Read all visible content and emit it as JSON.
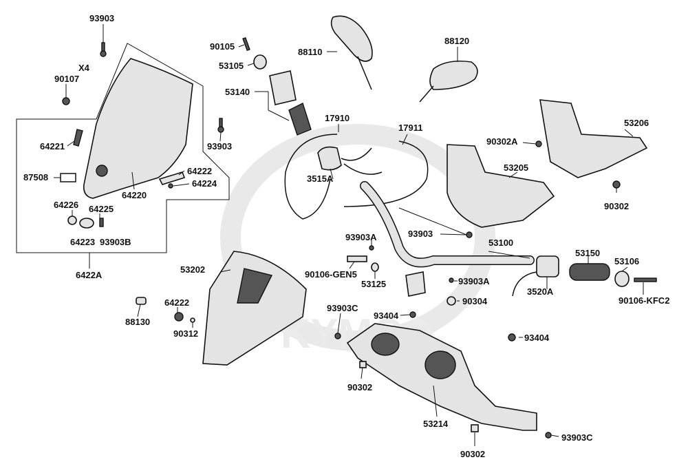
{
  "diagram": {
    "watermark": "KYMCO",
    "labels": [
      {
        "key": "93903-top",
        "text": "93903"
      },
      {
        "key": "x4",
        "text": "X4"
      },
      {
        "key": "90107",
        "text": "90107"
      },
      {
        "key": "64221",
        "text": "64221"
      },
      {
        "key": "87508",
        "text": "87508"
      },
      {
        "key": "64220",
        "text": "64220"
      },
      {
        "key": "64222-a",
        "text": "64222"
      },
      {
        "key": "64224",
        "text": "64224"
      },
      {
        "key": "64226",
        "text": "64226"
      },
      {
        "key": "64225",
        "text": "64225"
      },
      {
        "key": "64223",
        "text": "64223"
      },
      {
        "key": "93903b",
        "text": "93903B"
      },
      {
        "key": "6422a",
        "text": "6422A"
      },
      {
        "key": "93903-mid",
        "text": "93903"
      },
      {
        "key": "90105",
        "text": "90105"
      },
      {
        "key": "53105",
        "text": "53105"
      },
      {
        "key": "53140",
        "text": "53140"
      },
      {
        "key": "88110",
        "text": "88110"
      },
      {
        "key": "88120",
        "text": "88120"
      },
      {
        "key": "17910",
        "text": "17910"
      },
      {
        "key": "17911",
        "text": "17911"
      },
      {
        "key": "3515a",
        "text": "3515A"
      },
      {
        "key": "90302a",
        "text": "90302A"
      },
      {
        "key": "53206",
        "text": "53206"
      },
      {
        "key": "53205",
        "text": "53205"
      },
      {
        "key": "90302-r",
        "text": "90302"
      },
      {
        "key": "93903-bar",
        "text": "93903"
      },
      {
        "key": "93903a-1",
        "text": "93903A"
      },
      {
        "key": "53100",
        "text": "53100"
      },
      {
        "key": "53150",
        "text": "53150"
      },
      {
        "key": "53106",
        "text": "53106"
      },
      {
        "key": "53202",
        "text": "53202"
      },
      {
        "key": "90106-gen5",
        "text": "90106-GEN5"
      },
      {
        "key": "53125",
        "text": "53125"
      },
      {
        "key": "93903a-2",
        "text": "93903A"
      },
      {
        "key": "3520a",
        "text": "3520A"
      },
      {
        "key": "90106-kfc2",
        "text": "90106-KFC2"
      },
      {
        "key": "64222-b",
        "text": "64222"
      },
      {
        "key": "88130",
        "text": "88130"
      },
      {
        "key": "90312",
        "text": "90312"
      },
      {
        "key": "90304",
        "text": "90304"
      },
      {
        "key": "93903c-1",
        "text": "93903C"
      },
      {
        "key": "93404-1",
        "text": "93404"
      },
      {
        "key": "93404-2",
        "text": "93404"
      },
      {
        "key": "90302-mid",
        "text": "90302"
      },
      {
        "key": "53214",
        "text": "53214"
      },
      {
        "key": "93903c-2",
        "text": "93903C"
      },
      {
        "key": "90302-bot",
        "text": "90302"
      }
    ]
  }
}
